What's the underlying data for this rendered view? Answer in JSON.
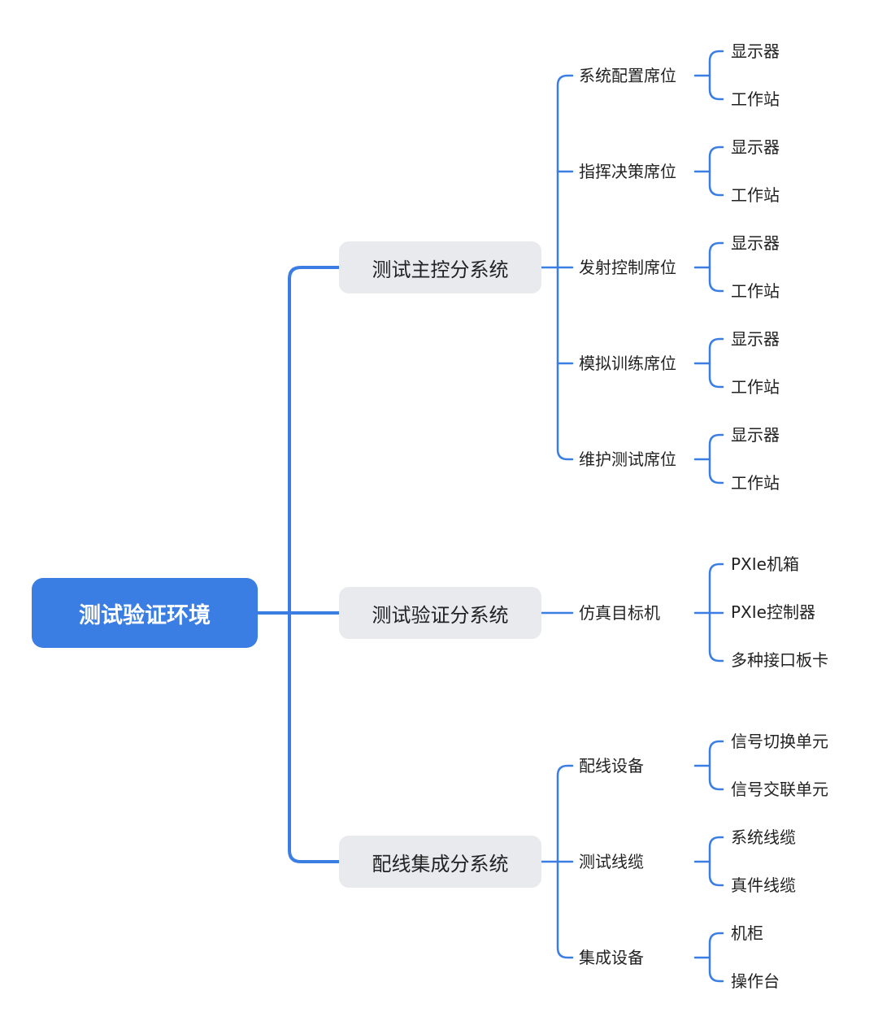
{
  "root": "测试验证环境",
  "branches": [
    {
      "label": "测试主控分系统",
      "children": [
        {
          "label": "系统配置席位",
          "leaves": [
            "显示器",
            "工作站"
          ]
        },
        {
          "label": "指挥决策席位",
          "leaves": [
            "显示器",
            "工作站"
          ]
        },
        {
          "label": "发射控制席位",
          "leaves": [
            "显示器",
            "工作站"
          ]
        },
        {
          "label": "模拟训练席位",
          "leaves": [
            "显示器",
            "工作站"
          ]
        },
        {
          "label": "维护测试席位",
          "leaves": [
            "显示器",
            "工作站"
          ]
        }
      ]
    },
    {
      "label": "测试验证分系统",
      "children": [
        {
          "label": "仿真目标机",
          "leaves": [
            "PXIe机箱",
            "PXIe控制器",
            "多种接口板卡"
          ]
        }
      ]
    },
    {
      "label": "配线集成分系统",
      "children": [
        {
          "label": "配线设备",
          "leaves": [
            "信号切换单元",
            "信号交联单元"
          ]
        },
        {
          "label": "测试线缆",
          "leaves": [
            "系统线缆",
            "真件线缆"
          ]
        },
        {
          "label": "集成设备",
          "leaves": [
            "机柜",
            "操作台"
          ]
        }
      ]
    }
  ],
  "colors": {
    "root_fill": "#3a7ee4",
    "connector": "#3a7ee4",
    "branch_fill": "#e8eaee",
    "text": "#222222"
  }
}
